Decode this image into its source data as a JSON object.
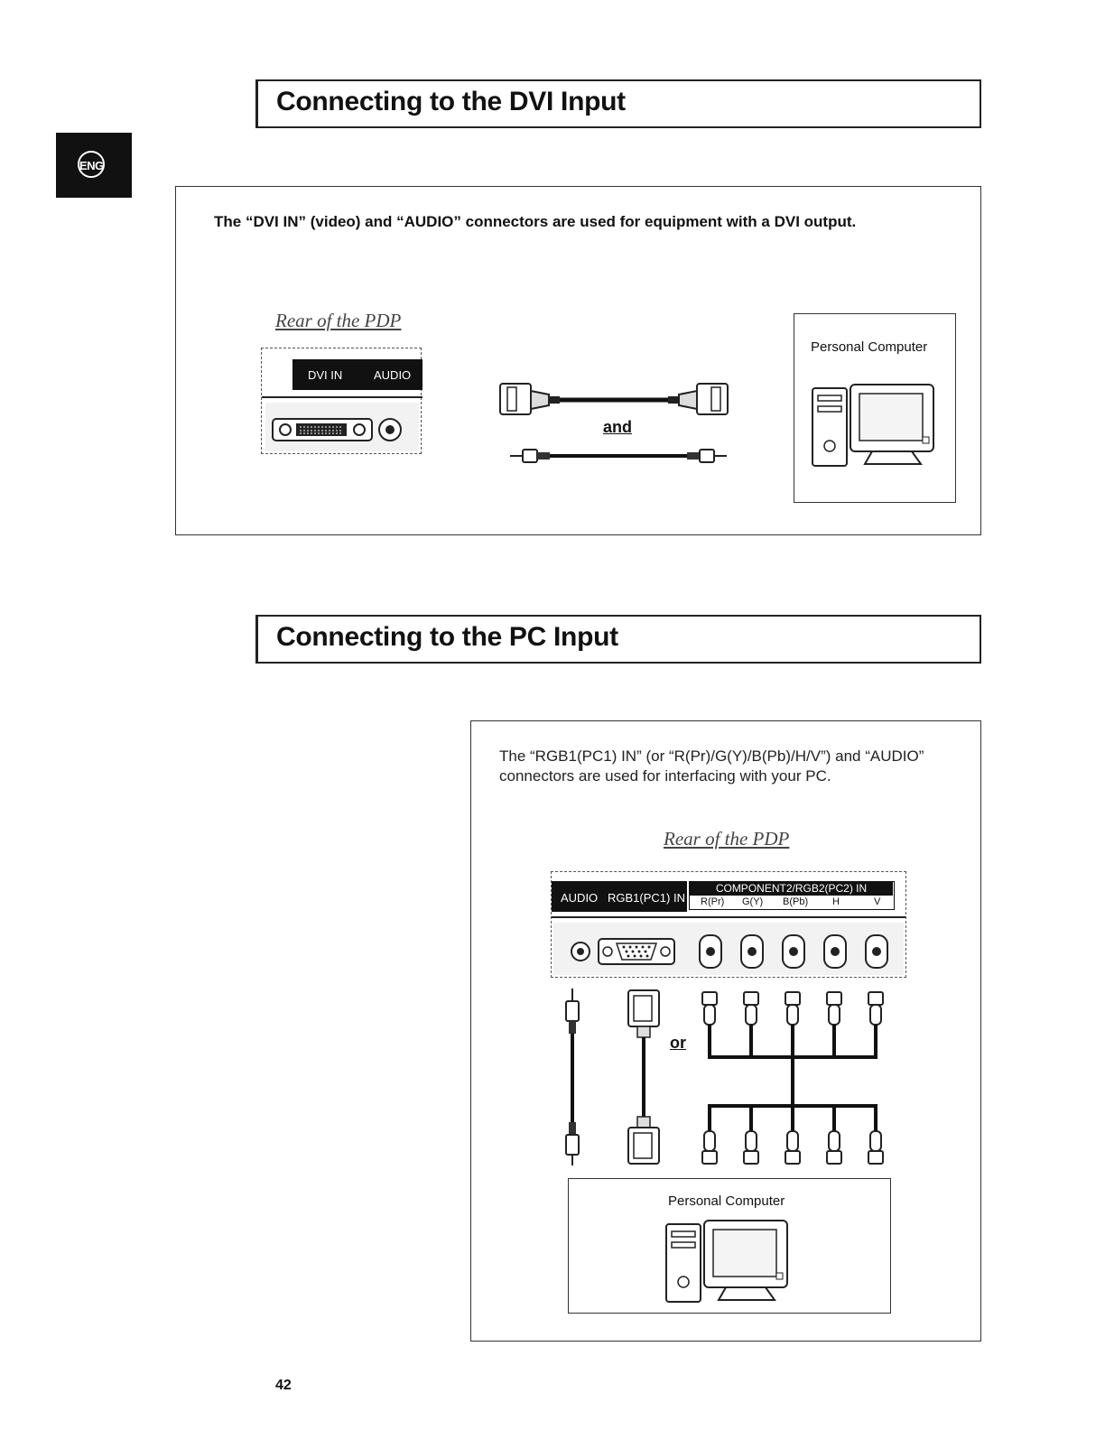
{
  "lang_tab": {
    "label": "ENG"
  },
  "section1": {
    "title": "Connecting to the DVI Input",
    "description": "The “DVI IN” (video) and “AUDIO” connectors are used for equipment with a DVI output.",
    "rear_label": "Rear of the PDP",
    "panel_labels": [
      "DVI IN",
      "AUDIO"
    ],
    "connector_word": "and",
    "device_label": "Personal Computer"
  },
  "section2": {
    "title": "Connecting to the PC Input",
    "description_line1": "The “RGB1(PC1) IN” (or “R(Pr)/G(Y)/B(Pb)/H/V”) and “AUDIO”",
    "description_line2": "connectors are used for interfacing with your PC.",
    "rear_label": "Rear of the PDP",
    "panel_labels": {
      "audio": "AUDIO",
      "rgb1": "RGB1(PC1) IN",
      "component_header": "COMPONENT2/RGB2(PC2) IN",
      "component_jacks": [
        "R(Pr)",
        "G(Y)",
        "B(Pb)",
        "H",
        "V"
      ]
    },
    "connector_word": "or",
    "device_label": "Personal Computer"
  },
  "page_number": "42"
}
